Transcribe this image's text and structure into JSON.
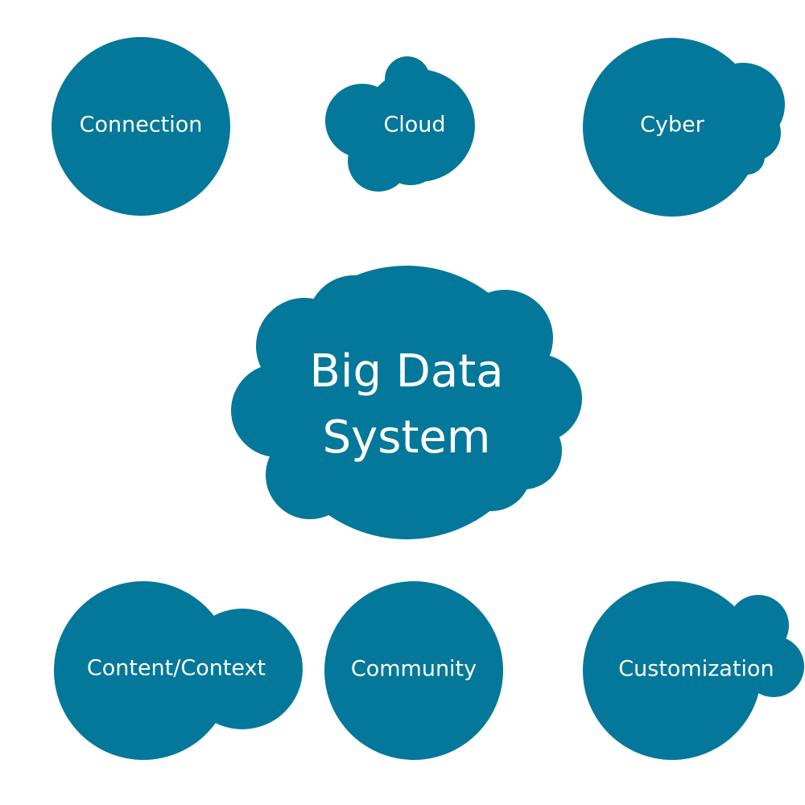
{
  "theme": {
    "shape_fill": "#03789a",
    "text_color": "#ffffff",
    "background": "#ffffff"
  },
  "center": {
    "line1": "Big Data",
    "line2": "System"
  },
  "nodes": [
    {
      "id": "connection",
      "label": "Connection"
    },
    {
      "id": "cloud",
      "label": "Cloud"
    },
    {
      "id": "cyber",
      "label": "Cyber"
    },
    {
      "id": "content-context",
      "label": "Content/Context"
    },
    {
      "id": "community",
      "label": "Community"
    },
    {
      "id": "customization",
      "label": "Customization"
    }
  ]
}
